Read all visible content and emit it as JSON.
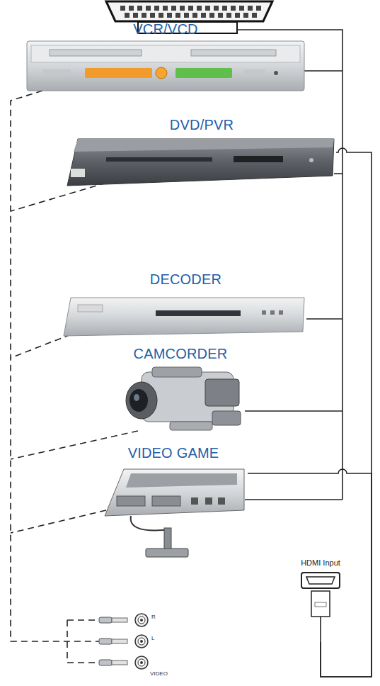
{
  "diagram": {
    "nodes": [
      {
        "text": [
          "VCR/VCD"
        ]
      },
      {
        "text": [
          "DVD/PVR"
        ]
      },
      {
        "text": [
          "DECODER"
        ]
      },
      {
        "text": [
          "CAMCORDER"
        ]
      },
      {
        "text": [
          "VIDEO GAME"
        ]
      },
      {
        "text": [
          "HDMI Input"
        ]
      }
    ],
    "edges": [
      {
        "from": 1,
        "to": 5,
        "arrow": "none"
      },
      {
        "from": 4,
        "to": 5,
        "arrow": "none"
      }
    ],
    "labels": [
      "R",
      "L",
      "VIDEO"
    ]
  }
}
